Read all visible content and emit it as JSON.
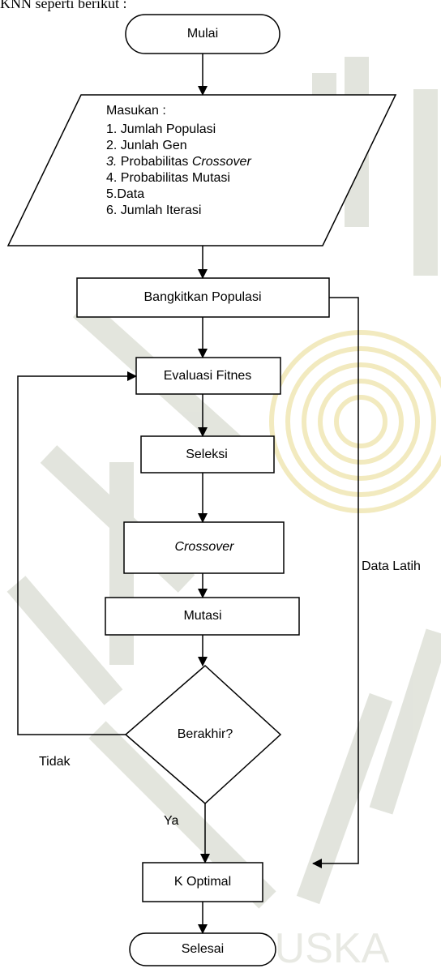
{
  "intro_text": "KNN seperti berikut :",
  "watermark": {
    "text": "UIN SUSKA",
    "color": "#d9dcd2",
    "accent": "#f1e8b4"
  },
  "flowchart": {
    "start": "Mulai",
    "input": {
      "heading": "Masukan :",
      "items": [
        {
          "num": "1.",
          "text": "Jumlah Populasi",
          "italic": ""
        },
        {
          "num": "2.",
          "text": "Junlah Gen",
          "italic": ""
        },
        {
          "num": "3.",
          "text": "Probabilitas",
          "italic": "Crossover"
        },
        {
          "num": "4.",
          "text": "Probabilitas Mutasi",
          "italic": ""
        },
        {
          "num": "5.",
          "text": "Data",
          "italic": ""
        },
        {
          "num": "6.",
          "text": "Jumlah Iterasi",
          "italic": ""
        }
      ]
    },
    "generate": "Bangkitkan Populasi",
    "evaluate": "Evaluasi Fitnes",
    "select": "Seleksi",
    "crossover": "Crossover",
    "mutate": "Mutasi",
    "decision": "Berakhir?",
    "no_label": "Tidak",
    "yes_label": "Ya",
    "result": "K Optimal",
    "side_label": "Data Latih",
    "end": "Selesai"
  }
}
